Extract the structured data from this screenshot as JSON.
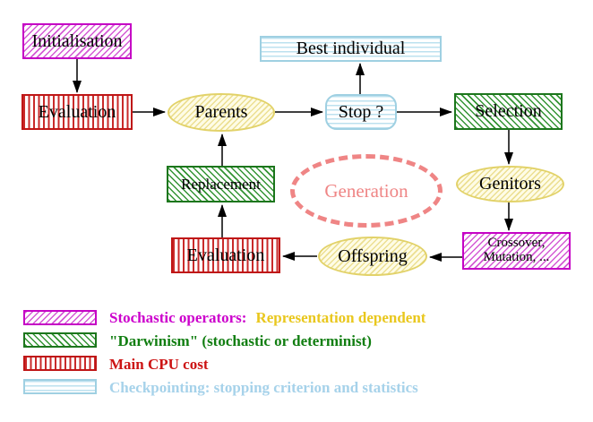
{
  "nodes": {
    "initialisation": "Initialisation",
    "evaluation_top": "Evaluation",
    "parents": "Parents",
    "best_individual": "Best individual",
    "stop": "Stop ?",
    "selection": "Selection",
    "genitors": "Genitors",
    "crossover_line1": "Crossover,",
    "crossover_line2": "Mutation, ...",
    "offspring": "Offspring",
    "evaluation_bottom": "Evaluation",
    "replacement": "Replacement",
    "generation": "Generation"
  },
  "legend": {
    "rows": [
      {
        "swatch": "magenta-diagonal-hatch",
        "parts": [
          {
            "text": "Stochastic operators:",
            "color": "#cc00cc"
          },
          {
            "text": "Representation dependent",
            "color": "#e9c71d"
          }
        ]
      },
      {
        "swatch": "green-diagonal-hatch",
        "text": "\"Darwinism\" (stochastic or determinist)",
        "color": "#117e11"
      },
      {
        "swatch": "red-vertical-lines",
        "text": "Main CPU cost",
        "color": "#cc1414"
      },
      {
        "swatch": "cyan-horizontal-lines",
        "text": "Checkpointing: stopping criterion and statistics",
        "color": "#a6d2ea"
      }
    ]
  },
  "colors": {
    "stochastic_operator_fill": "#d45ad4",
    "stochastic_operator_border": "#c503c5",
    "darwinism_fill": "#349434",
    "darwinism_border": "#1c761c",
    "cpu_cost_fill": "#c92a2a",
    "cpu_cost_border": "#bf1616",
    "checkpointing_fill": "#bce1ef",
    "checkpointing_border": "#9fd0e2",
    "population_ellipse_border": "#e2d269",
    "population_ellipse_fill": "#fefce6",
    "generation_dashed": "#ef8585",
    "arrow": "#000000"
  }
}
